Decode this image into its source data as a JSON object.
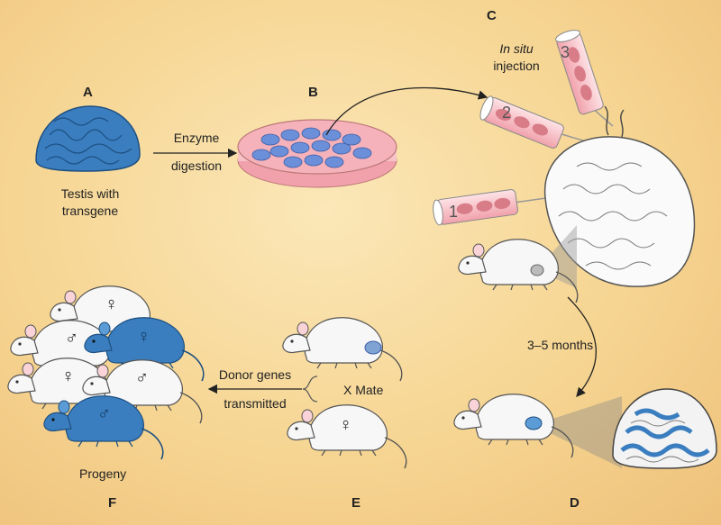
{
  "panels": {
    "a": "A",
    "b": "B",
    "c": "C",
    "d": "D",
    "e": "E",
    "f": "F"
  },
  "testis": {
    "line1": "Testis with",
    "line2": "transgene"
  },
  "enzyme": {
    "line1": "Enzyme",
    "line2": "digestion"
  },
  "injection": {
    "line1": "In situ",
    "line2": "injection"
  },
  "tubes": {
    "t1": "1",
    "t2": "2",
    "t3": "3"
  },
  "timeline": "3–5 months",
  "mate": "X Mate",
  "donor": {
    "line1": "Donor genes",
    "line2": "transmitted"
  },
  "progeny": "Progeny",
  "symbols": {
    "male": "♂",
    "female": "♀"
  },
  "colors": {
    "blue": "#3a7ec0",
    "pink": "#f2a4ad",
    "white": "#f7f7f7",
    "background": "#f6d592"
  }
}
